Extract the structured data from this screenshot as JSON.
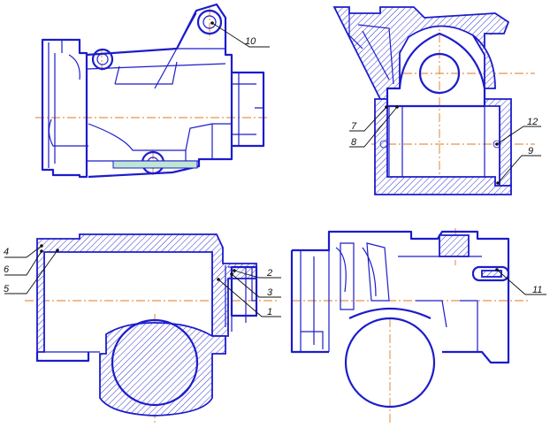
{
  "drawing": {
    "callouts": [
      {
        "id": "c1",
        "text": "1"
      },
      {
        "id": "c2",
        "text": "2"
      },
      {
        "id": "c3",
        "text": "3"
      },
      {
        "id": "c4",
        "text": "4"
      },
      {
        "id": "c5",
        "text": "5"
      },
      {
        "id": "c6",
        "text": "6"
      },
      {
        "id": "c7",
        "text": "7"
      },
      {
        "id": "c8",
        "text": "8"
      },
      {
        "id": "c9",
        "text": "9"
      },
      {
        "id": "c10",
        "text": "10"
      },
      {
        "id": "c11",
        "text": "11"
      },
      {
        "id": "c12",
        "text": "12"
      }
    ],
    "colors": {
      "outline": "#1c1ccc",
      "axis": "#e07a1f",
      "leader": "#111111",
      "accent": "#bfe6d3"
    }
  }
}
